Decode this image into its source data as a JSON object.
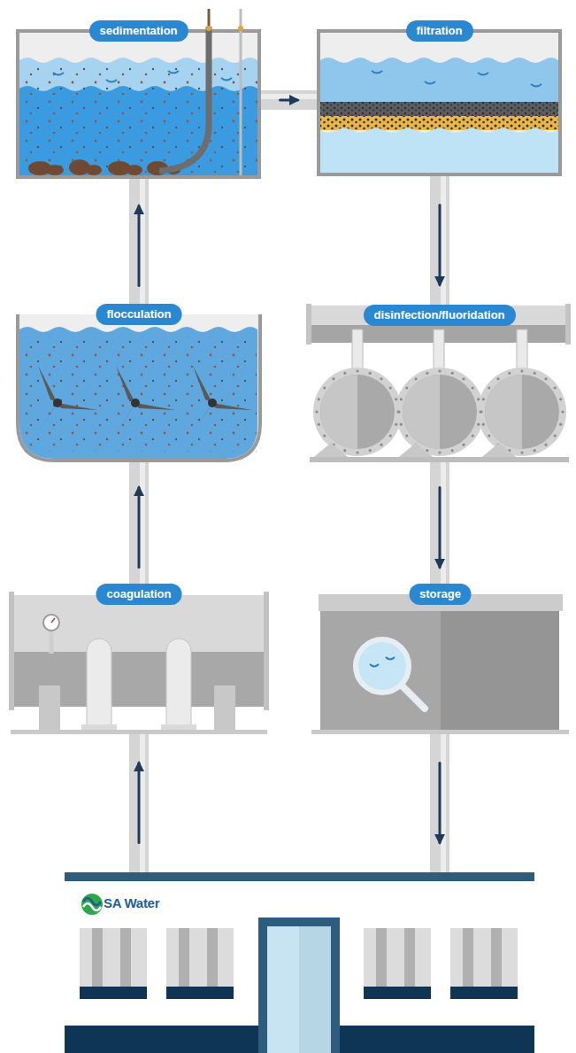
{
  "diagram": {
    "nodes": [
      {
        "text": [
          "sedimentation"
        ]
      },
      {
        "text": [
          "filtration"
        ]
      },
      {
        "text": [
          "flocculation"
        ]
      },
      {
        "text": [
          "disinfection/fluoridation"
        ]
      },
      {
        "text": [
          "coagulation"
        ]
      },
      {
        "text": [
          "storage"
        ]
      },
      {
        "text": [
          "SA Water"
        ]
      }
    ],
    "edges": [
      {
        "from": 6,
        "to": 4,
        "arrow": "to"
      },
      {
        "from": 4,
        "to": 2,
        "arrow": "to"
      },
      {
        "from": 2,
        "to": 0,
        "arrow": "to"
      },
      {
        "from": 0,
        "to": 1,
        "arrow": "to"
      },
      {
        "from": 1,
        "to": 3,
        "arrow": "to"
      },
      {
        "from": 3,
        "to": 5,
        "arrow": "to"
      },
      {
        "from": 5,
        "to": 6,
        "arrow": "to"
      }
    ]
  }
}
